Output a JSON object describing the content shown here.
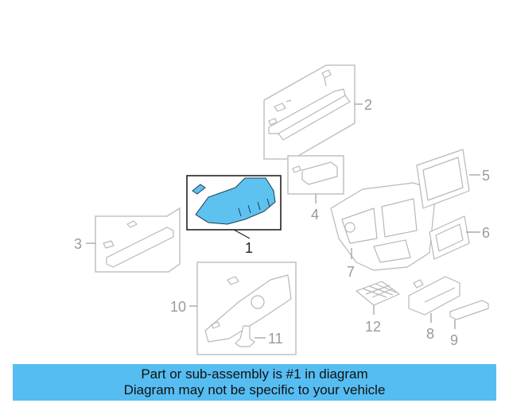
{
  "callouts": {
    "part_1": "1",
    "part_2": "2",
    "part_3": "3",
    "part_4": "4",
    "part_5": "5",
    "part_6": "6",
    "part_7": "7",
    "part_8": "8",
    "part_9": "9",
    "part_10": "10",
    "part_11": "11",
    "part_12": "12"
  },
  "highlight_color": "#5ec2f0",
  "banner": {
    "line1": "Part or sub-assembly is #1 in diagram",
    "line2": "Diagram may not be specific to your vehicle",
    "color": "#56bdf2"
  }
}
